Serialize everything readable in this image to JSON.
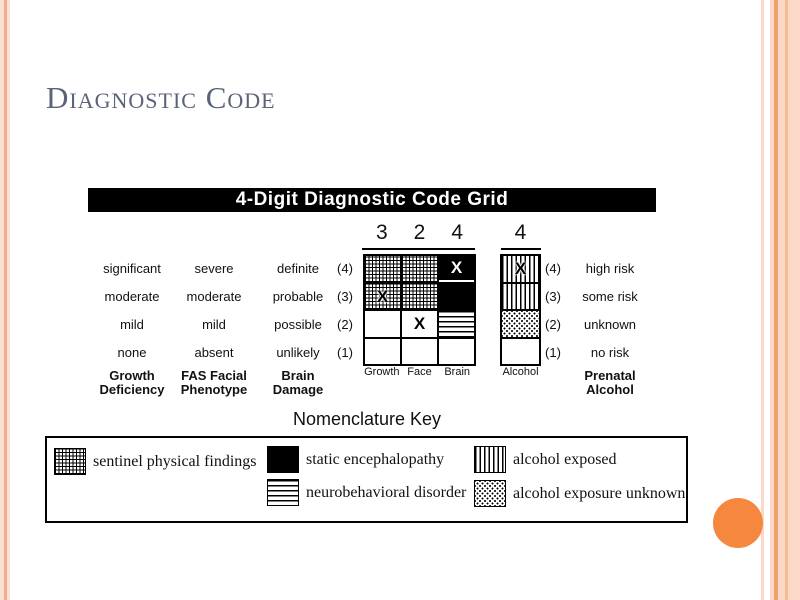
{
  "slide": {
    "title": "Diagnostic Code"
  },
  "figure": {
    "header": "4-Digit Diagnostic Code Grid",
    "digits": {
      "growth": "3",
      "face": "2",
      "brain": "4",
      "alcohol": "4"
    },
    "left_scale": {
      "rows": [
        {
          "growth": "significant",
          "facial": "severe",
          "brain": "definite",
          "rank": "(4)"
        },
        {
          "growth": "moderate",
          "facial": "moderate",
          "brain": "probable",
          "rank": "(3)"
        },
        {
          "growth": "mild",
          "facial": "mild",
          "brain": "possible",
          "rank": "(2)"
        },
        {
          "growth": "none",
          "facial": "absent",
          "brain": "unlikely",
          "rank": "(1)"
        }
      ]
    },
    "right_scale": {
      "rows": [
        {
          "rank": "(4)",
          "risk": "high risk"
        },
        {
          "rank": "(3)",
          "risk": "some risk"
        },
        {
          "rank": "(2)",
          "risk": "unknown"
        },
        {
          "rank": "(1)",
          "risk": "no risk"
        }
      ]
    },
    "grid": {
      "columns": [
        "Growth",
        "Face",
        "Brain"
      ],
      "cells": [
        [
          {
            "pattern": "crosshatch"
          },
          {
            "pattern": "crosshatch"
          },
          {
            "pattern": "black",
            "mark": "X"
          }
        ],
        [
          {
            "pattern": "crosshatch",
            "mark": "X"
          },
          {
            "pattern": "crosshatch"
          },
          {
            "pattern": "black"
          }
        ],
        [
          {
            "pattern": "plain"
          },
          {
            "pattern": "plain",
            "mark": "X"
          },
          {
            "pattern": "hstripe"
          }
        ],
        [
          {
            "pattern": "plain"
          },
          {
            "pattern": "plain"
          },
          {
            "pattern": "plain"
          }
        ]
      ]
    },
    "alcohol_column": {
      "label": "Alcohol",
      "cells": [
        {
          "pattern": "vstripe",
          "mark": "X"
        },
        {
          "pattern": "vstripe"
        },
        {
          "pattern": "dotted"
        },
        {
          "pattern": "plain"
        }
      ]
    },
    "footers": {
      "growth": "Growth\nDeficiency",
      "facial": "FAS Facial\nPhenotype",
      "brain": "Brain\nDamage",
      "alcohol": "Prenatal\nAlcohol"
    }
  },
  "key": {
    "title": "Nomenclature Key",
    "items": [
      {
        "pattern": "crosshatch",
        "label": "sentinel physical findings"
      },
      {
        "pattern": "black",
        "label": "static encephalopathy"
      },
      {
        "pattern": "hstripe",
        "label": "neurobehavioral disorder"
      },
      {
        "pattern": "vstripe",
        "label": "alcohol exposed"
      },
      {
        "pattern": "dotted",
        "label": "alcohol exposure unknown"
      }
    ]
  },
  "colors": {
    "accent_circle": "#F6873F",
    "title_text": "#5A6478",
    "edge_stripe_light": "#FBD8C7",
    "edge_stripe_dark": "#F0A26D",
    "header_bar": "#000000"
  }
}
